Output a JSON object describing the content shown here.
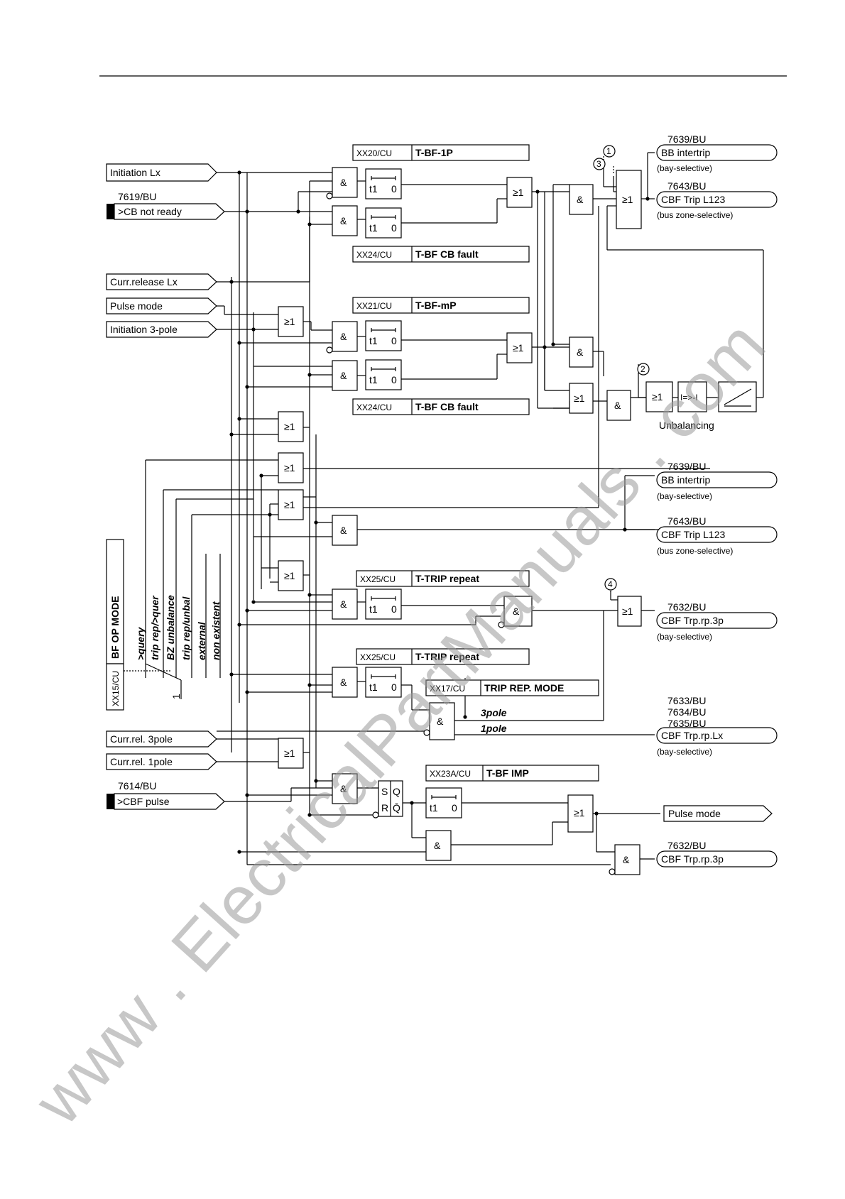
{
  "inputs": {
    "initiation_lx": "Initiation Lx",
    "cb_not_ready_code": "7619/BU",
    "cb_not_ready": ">CB not ready",
    "curr_release_lx": "Curr.release Lx",
    "pulse_mode": "Pulse mode",
    "initiation_3pole": "Initiation 3-pole",
    "curr_rel_3pole": "Curr.rel. 3pole",
    "curr_rel_1pole": "Curr.rel. 1pole",
    "cbf_pulse_code": "7614/BU",
    "cbf_pulse": ">CBF pulse"
  },
  "timers": {
    "t1": "t1",
    "zero": "0",
    "xx20_code": "XX20/CU",
    "xx20_name": "T-BF-1P",
    "xx24a_code": "XX24/CU",
    "xx24a_name": "T-BF CB fault",
    "xx21_code": "XX21/CU",
    "xx21_name": "T-BF-mP",
    "xx24b_code": "XX24/CU",
    "xx24b_name": "T-BF CB fault",
    "xx25a_code": "XX25/CU",
    "xx25a_name": "T-TRIP repeat",
    "xx25b_code": "XX25/CU",
    "xx25b_name": "T-TRIP repeat",
    "xx17_code": "XX17/CU",
    "xx17_name": "TRIP REP. MODE",
    "xx23a_code": "XX23A/CU",
    "xx23a_name": "T-BF IMP"
  },
  "gates": {
    "and": "&",
    "or": "≥1",
    "s": "S",
    "r": "R",
    "q": "Q",
    "qbar": "Q̄",
    "current": "I=>-I"
  },
  "mode": {
    "title": "BF OP MODE",
    "code": "XX15/CU",
    "options": [
      ">query",
      "trip rep/>quer",
      "BZ unbalance",
      "trip rep/unbal",
      "external",
      "non existent"
    ],
    "switch_pos": "1"
  },
  "trip_mode": {
    "three_pole": "3pole",
    "one_pole": "1pole"
  },
  "markers": [
    "1",
    "2",
    "3",
    "4"
  ],
  "outputs": {
    "o1_code": "7639/BU",
    "o1_name": "BB intertrip",
    "o1_note": "(bay-selective)",
    "o2_code": "7643/BU",
    "o2_name": "CBF Trip L123",
    "o2_note": "(bus zone-selective)",
    "o3_code": "7639/BU",
    "o3_name": "BB intertrip",
    "o3_note": "(bay-selective)",
    "o4_code": "7643/BU",
    "o4_name": "CBF Trip L123",
    "o4_note": "(bus zone-selective)",
    "o5_code": "7632/BU",
    "o5_name": "CBF Trp.rp.3p",
    "o5_note": "(bay-selective)",
    "o6_codes": [
      "7633/BU",
      "7634/BU",
      "7635/BU"
    ],
    "o6_name": "CBF Trp.rp.Lx",
    "o6_note": "(bay-selective)",
    "o7_name": "Pulse mode",
    "o8_code": "7632/BU",
    "o8_name": "CBF Trp.rp.3p"
  },
  "unbalancing": "Unbalancing",
  "watermark": "www . ElectricalPartManuals . com"
}
